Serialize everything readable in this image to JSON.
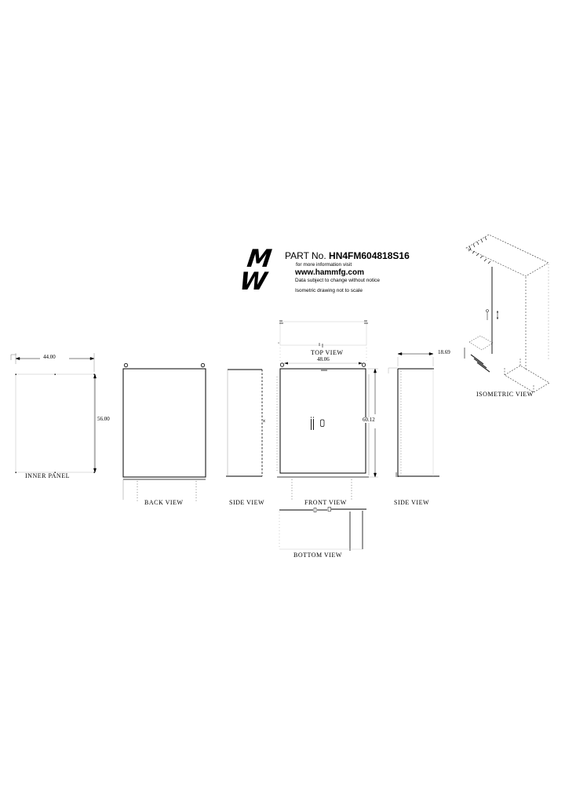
{
  "title_block": {
    "part_label": "PART No.",
    "part_number": "HN4FM604818S16",
    "info_visit": "for more information visit",
    "website": "www.hammfg.com",
    "disclaimer_change": "Data subject to change without notice",
    "disclaimer_scale": "Isometric drawing not to scale",
    "logo_glyph_top": "M",
    "logo_glyph_bottom": "W"
  },
  "views": {
    "top": {
      "label": "TOP VIEW",
      "width_dim": "48.06"
    },
    "front": {
      "label": "FRONT VIEW",
      "height_dim": "60.12"
    },
    "back": {
      "label": "BACK VIEW"
    },
    "side_left": {
      "label": "SIDE VIEW"
    },
    "side_right": {
      "label": "SIDE VIEW",
      "depth_dim": "18.69"
    },
    "bottom": {
      "label": "BOTTOM VIEW"
    },
    "isometric": {
      "label": "ISOMETRIC VIEW"
    },
    "inner_panel": {
      "label": "INNER PANEL",
      "width_dim": "44.00",
      "height_dim": "56.00"
    }
  },
  "colors": {
    "line": "#000000",
    "faint": "#bdbdbd",
    "background": "#ffffff"
  }
}
